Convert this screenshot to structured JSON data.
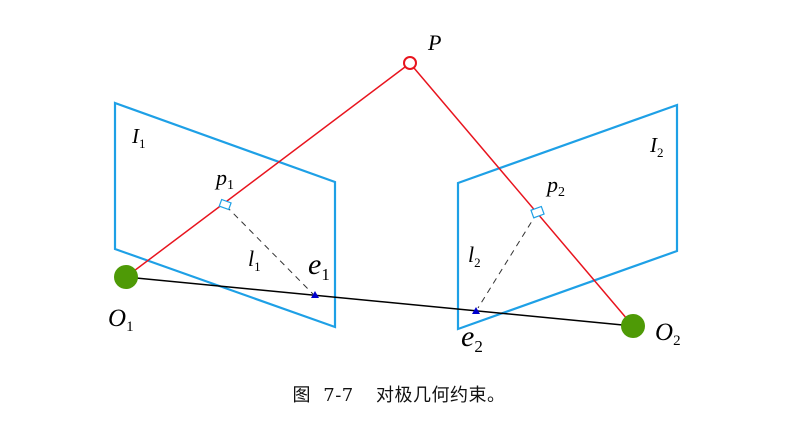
{
  "figure": {
    "caption_prefix": "图",
    "caption_number": "7-7",
    "caption_text": "对极几何约束。"
  },
  "labels": {
    "P": "P",
    "I1": {
      "main": "I",
      "sub": "1"
    },
    "I2": {
      "main": "I",
      "sub": "2"
    },
    "p1": {
      "main": "p",
      "sub": "1"
    },
    "p2": {
      "main": "p",
      "sub": "2"
    },
    "l1": {
      "main": "l",
      "sub": "1"
    },
    "l2": {
      "main": "l",
      "sub": "2"
    },
    "e1": {
      "main": "e",
      "sub": "1"
    },
    "e2": {
      "main": "e",
      "sub": "2"
    },
    "O1": {
      "main": "O",
      "sub": "1"
    },
    "O2": {
      "main": "O",
      "sub": "2"
    }
  },
  "colors": {
    "plane": "#1ea0e6",
    "ray": "#e8141e",
    "baseline": "#000000",
    "camera_center": "#4e9a06",
    "epipole": "#0000cc"
  }
}
